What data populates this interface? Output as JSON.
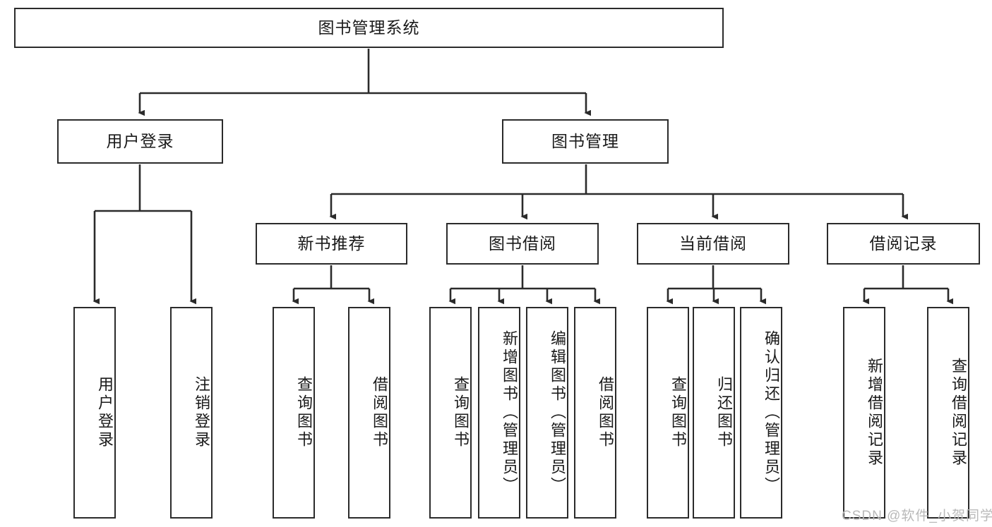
{
  "diagram": {
    "type": "tree-hierarchy",
    "title": "图书管理系统",
    "orientation": "top-down",
    "colors": {
      "box_border": "#2b2b2b",
      "box_fill": "#ffffff",
      "connector": "#2b2b2b",
      "text": "#1a1a1a",
      "watermark": "#b9b9b9",
      "background": "#ffffff"
    }
  },
  "root": {
    "label": "图书管理系统"
  },
  "level2": [
    {
      "id": "user-login",
      "label": "用户登录"
    },
    {
      "id": "book-manage",
      "label": "图书管理"
    }
  ],
  "level3": [
    {
      "id": "new-book-recommend",
      "label": "新书推荐",
      "parent": "book-manage"
    },
    {
      "id": "book-borrow",
      "label": "图书借阅",
      "parent": "book-manage"
    },
    {
      "id": "current-borrow",
      "label": "当前借阅",
      "parent": "book-manage"
    },
    {
      "id": "borrow-record",
      "label": "借阅记录",
      "parent": "book-manage"
    }
  ],
  "leaves": {
    "user_login": [
      {
        "id": "leaf-user-login",
        "label": "用户登录"
      },
      {
        "id": "leaf-user-logout",
        "label": "注销登录"
      }
    ],
    "new_book_recommend": [
      {
        "id": "leaf-query-book-1",
        "label": "查询图书"
      },
      {
        "id": "leaf-borrow-book-1",
        "label": "借阅图书"
      }
    ],
    "book_borrow": [
      {
        "id": "leaf-query-book-2",
        "label": "查询图书"
      },
      {
        "id": "leaf-add-book",
        "label": "新增图书（管理员）"
      },
      {
        "id": "leaf-edit-book",
        "label": "编辑图书（管理员）"
      },
      {
        "id": "leaf-borrow-book-2",
        "label": "借阅图书"
      }
    ],
    "current_borrow": [
      {
        "id": "leaf-query-book-3",
        "label": "查询图书"
      },
      {
        "id": "leaf-return-book",
        "label": "归还图书"
      },
      {
        "id": "leaf-confirm-return",
        "label": "确认归还（管理员）"
      }
    ],
    "borrow_record": [
      {
        "id": "leaf-add-record",
        "label": "新增借阅记录"
      },
      {
        "id": "leaf-query-record",
        "label": "查询借阅记录"
      }
    ]
  },
  "watermark": {
    "text": "CSDN @软件_小贺同学"
  }
}
